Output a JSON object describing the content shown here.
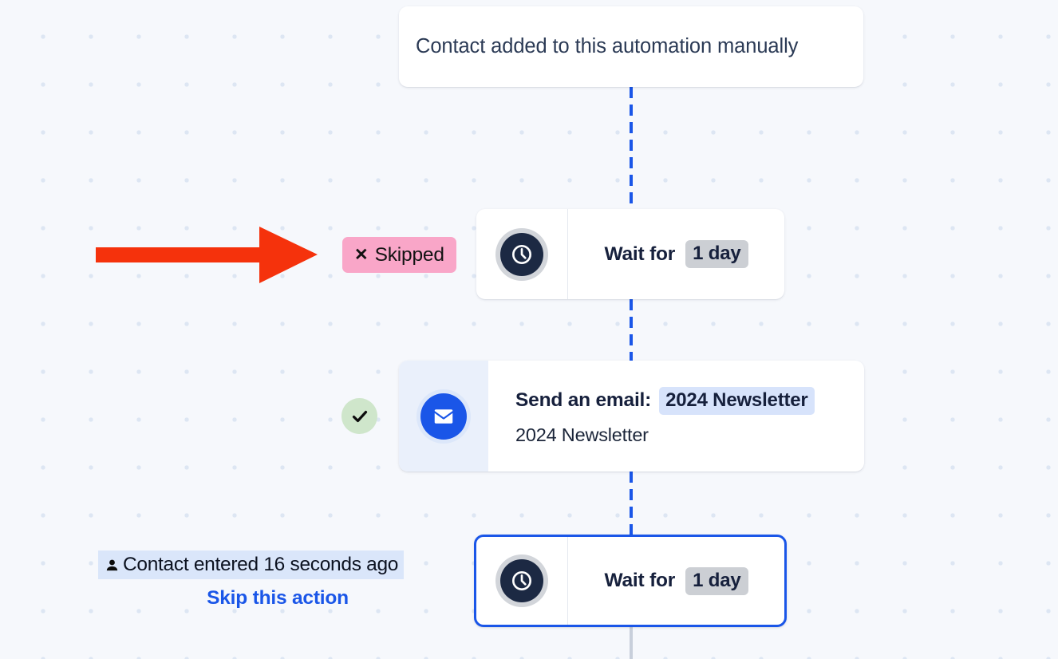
{
  "canvas": {
    "background_color": "#f6f8fc",
    "dot_color": "#dde6f3"
  },
  "colors": {
    "accent_blue": "#1a56e8",
    "navy": "#16203c",
    "skipped_pink": "#f9a6c8",
    "success_green": "#cfe6cb",
    "arrow_red": "#f5320c",
    "pill_gray": "#cccfd4",
    "highlight_blue": "#d7e3fb"
  },
  "trigger": {
    "text": "Contact added to this automation manually",
    "icon": "none"
  },
  "nodes": [
    {
      "id": "wait-1",
      "type": "wait",
      "icon": "clock-icon",
      "label": "Wait for",
      "duration": "1 day",
      "status": "Skipped",
      "status_icon": "x-icon",
      "selected": false
    },
    {
      "id": "send-email",
      "type": "email",
      "icon": "envelope-icon",
      "title": "Send an email:",
      "email_name": "2024 Newsletter",
      "subtitle": "2024 Newsletter",
      "status": "completed",
      "status_icon": "check-icon",
      "selected": false
    },
    {
      "id": "wait-2",
      "type": "wait",
      "icon": "clock-icon",
      "label": "Wait for",
      "duration": "1 day",
      "status": "current",
      "selected": true
    }
  ],
  "status_badges": {
    "skipped": {
      "x_symbol": "✕",
      "text": "Skipped"
    },
    "completed": {
      "check_symbol": "✔"
    }
  },
  "contact_marker": {
    "icon": "person-icon",
    "text": "Contact entered 16 seconds ago",
    "skip_link": "Skip this action"
  },
  "annotation": {
    "arrow": "red-arrow-pointing-right",
    "color": "#f5320c"
  }
}
